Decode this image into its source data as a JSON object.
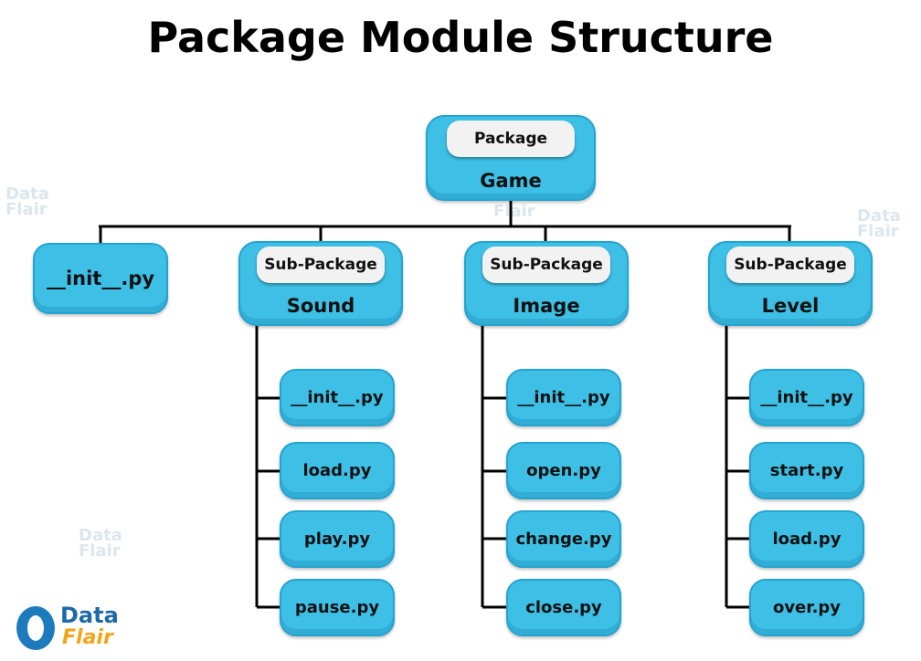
{
  "title": "Package Module Structure",
  "root": {
    "tag": "Package",
    "name": "Game"
  },
  "top_init": "__init__.py",
  "subpackages": [
    {
      "tag": "Sub-Package",
      "name": "Sound",
      "files": [
        "__init__.py",
        "load.py",
        "play.py",
        "pause.py"
      ]
    },
    {
      "tag": "Sub-Package",
      "name": "Image",
      "files": [
        "__init__.py",
        "open.py",
        "change.py",
        "close.py"
      ]
    },
    {
      "tag": "Sub-Package",
      "name": "Level",
      "files": [
        "__init__.py",
        "start.py",
        "load.py",
        "over.py"
      ]
    }
  ],
  "logo": {
    "line1": "Data",
    "line2": "Flair"
  },
  "colors": {
    "box": "#3ec0e6",
    "box_border": "#23a3cf",
    "tag": "#f2f2f2",
    "line": "#000000"
  }
}
